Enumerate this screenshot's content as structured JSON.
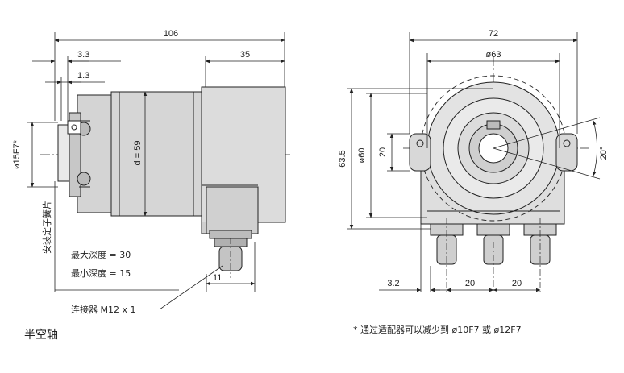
{
  "left_view": {
    "dim_overall": "106",
    "dim_3_3": "3.3",
    "dim_1_3": "1.3",
    "dim_35": "35",
    "dim_shaft": "ø15F7*",
    "dim_body": "d = 59",
    "dim_11": "11",
    "vertical_note": "安装定子簧片",
    "depth_max": "最大深度 = 30",
    "depth_min": "最小深度 = 15",
    "connector_label": "连接器 M12 x 1"
  },
  "right_view": {
    "dim_72": "72",
    "dim_63": "ø63",
    "dim_63_5": "63.5",
    "dim_60": "ø60",
    "dim_20_v": "20",
    "dim_angle": "20°",
    "dim_3_2": "3.2",
    "dim_20_a": "20",
    "dim_20_b": "20"
  },
  "caption": "半空轴",
  "footnote": "* 通过适配器可以减少到  ø10F7 或 ø12F7"
}
